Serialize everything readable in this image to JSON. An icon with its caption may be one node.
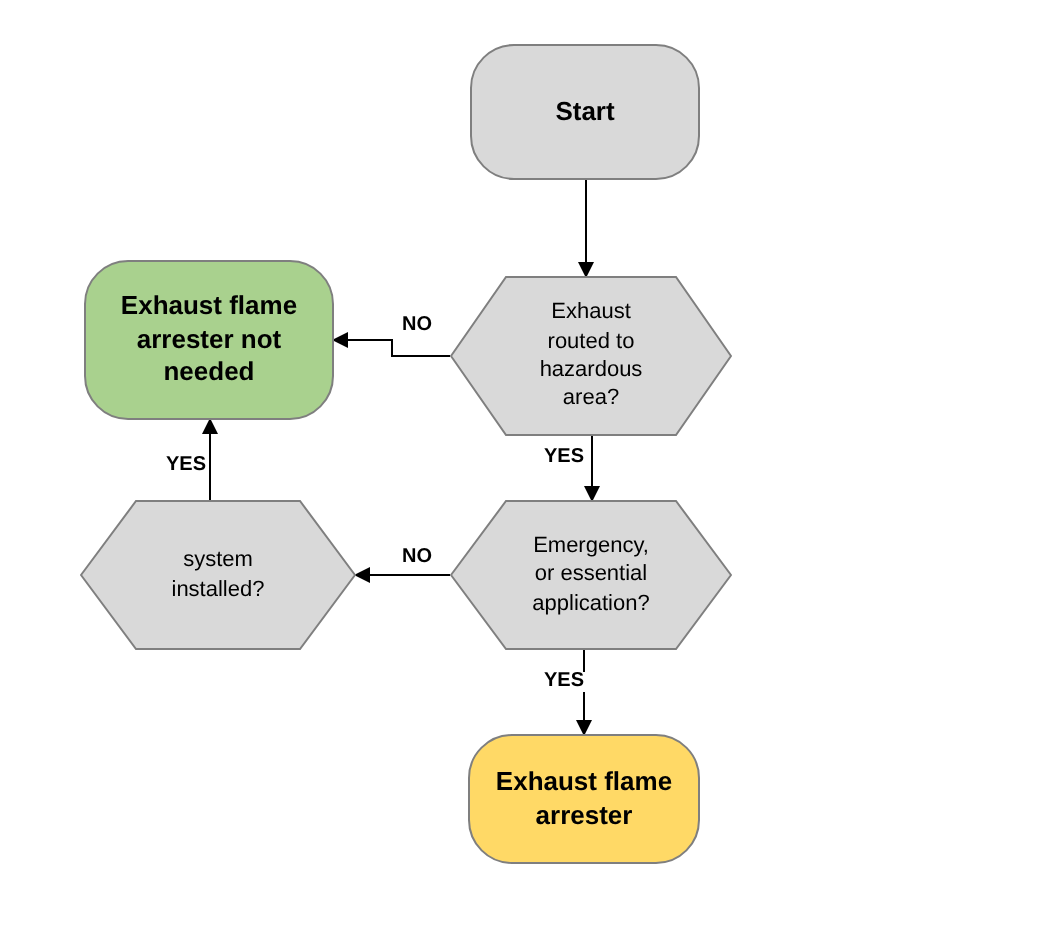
{
  "diagram": {
    "nodes": [
      {
        "text": [
          "Start"
        ]
      },
      {
        "text": [
          "Exhaust routed to hazardous area?"
        ]
      },
      {
        "text": [
          "Exhaust flame arrester not needed"
        ]
      },
      {
        "text": [
          "Emergency, or essential application?"
        ]
      },
      {
        "text": [
          "system installed?"
        ]
      },
      {
        "text": [
          "Exhaust flame arrester"
        ]
      }
    ],
    "edges": [
      {
        "from": 0,
        "to": 1,
        "arrow": "to"
      },
      {
        "from": 1,
        "to": 2,
        "arrow": "to",
        "label": "NO"
      },
      {
        "from": 1,
        "to": 3,
        "arrow": "to",
        "label": "YES"
      },
      {
        "from": 3,
        "to": 4,
        "arrow": "to",
        "label": "NO"
      },
      {
        "from": 3,
        "to": 5,
        "arrow": "to",
        "label": "YES"
      },
      {
        "from": 4,
        "to": 2,
        "arrow": "to",
        "label": "YES"
      }
    ]
  }
}
